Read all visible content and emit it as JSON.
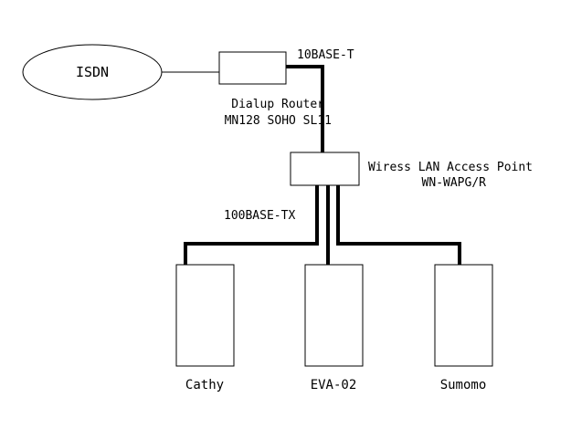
{
  "nodes": {
    "isdn": {
      "label": "ISDN"
    },
    "router": {
      "label_line1": "Dialup Router",
      "label_line2": "MN128 SOHO SL11"
    },
    "access_point": {
      "label_line1": "Wiress LAN Access Point",
      "label_line2": "WN-WAPG/R"
    },
    "computers": [
      {
        "label": "Cathy"
      },
      {
        "label": "EVA-02"
      },
      {
        "label": "Sumomo"
      }
    ]
  },
  "links": {
    "uplink": {
      "label": "10BASE-T"
    },
    "lan": {
      "label": "100BASE-TX"
    }
  },
  "colors": {
    "line": "#000000",
    "background": "#ffffff"
  }
}
